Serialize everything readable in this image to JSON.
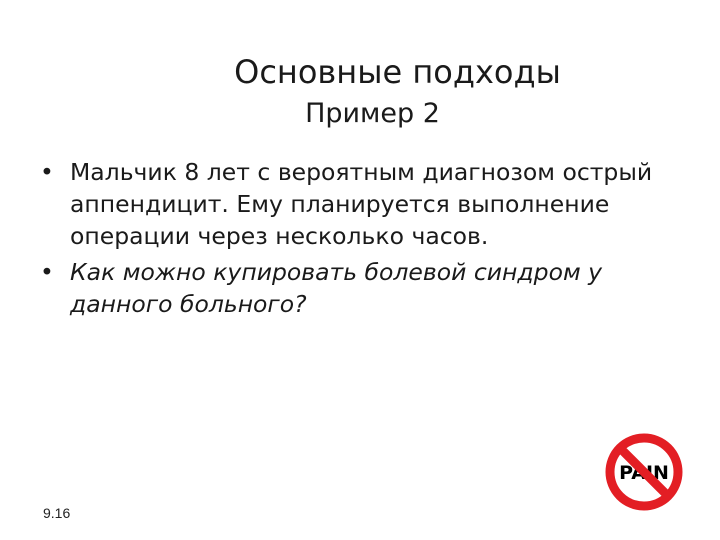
{
  "slide": {
    "title": "Основные подходы",
    "subtitle": "Пример 2",
    "bullets": [
      {
        "marker": "•",
        "text": "Мальчик 8 лет с вероятным диагнозом острый аппендицит. Ему планируется выполнение операции через несколько часов."
      },
      {
        "marker": "•",
        "text": "Как можно купировать болевой синдром у данного больного?"
      }
    ],
    "slide_number": "9.16"
  },
  "sign": {
    "label": "PAIN",
    "icon": "no-pain-icon",
    "ring_color": "#e31e24",
    "text_color": "#000000"
  }
}
